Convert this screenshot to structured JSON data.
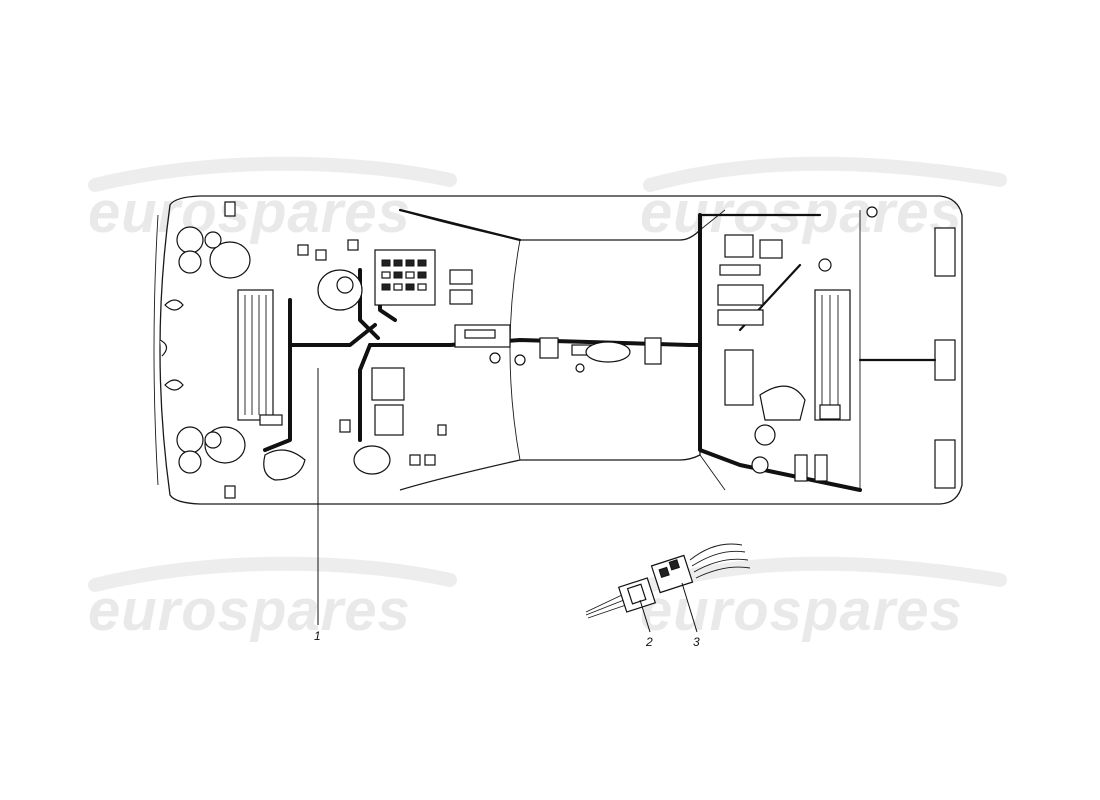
{
  "watermark": {
    "text": "eurospares",
    "color": "#e9e9e9"
  },
  "callouts": [
    {
      "id": "1",
      "label": "1"
    },
    {
      "id": "2",
      "label": "2"
    },
    {
      "id": "3",
      "label": "3"
    }
  ],
  "colors": {
    "line": "#111111",
    "background": "#ffffff"
  }
}
